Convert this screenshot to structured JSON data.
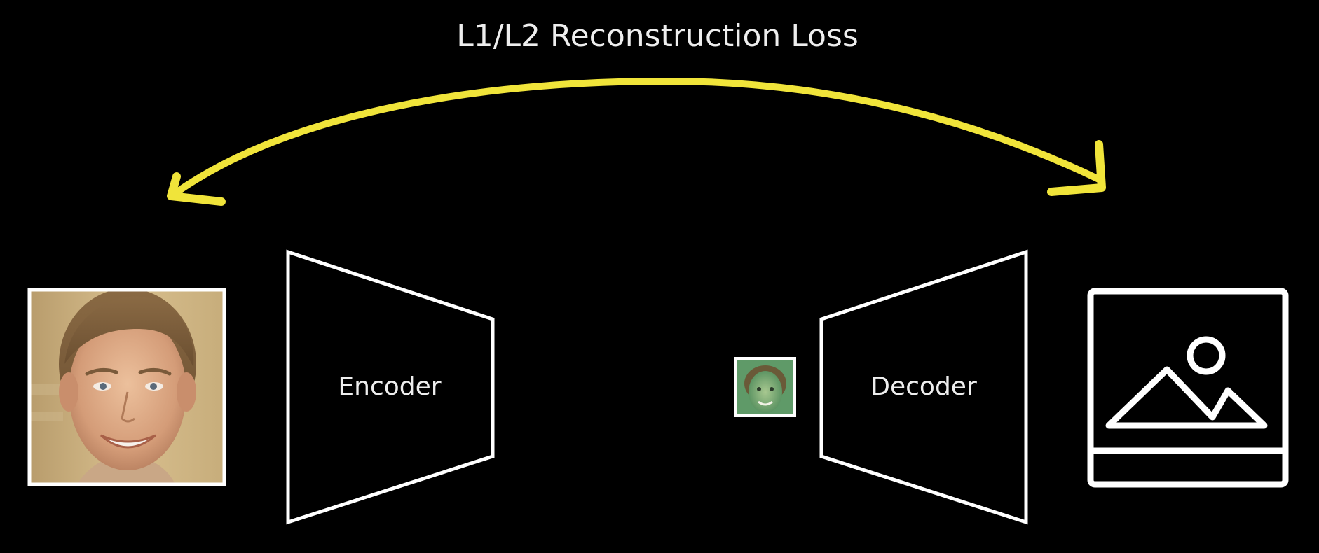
{
  "title": "L1/L2 Reconstruction Loss",
  "encoder": {
    "label": "Encoder"
  },
  "decoder": {
    "label": "Decoder"
  },
  "colors": {
    "background": "#000000",
    "stroke": "#ffffff",
    "arrow": "#f0e43a",
    "text": "#eeeeee"
  },
  "icons": {
    "input_image": "face-photo-icon",
    "latent": "small-face-thumbnail-icon",
    "output_image": "image-placeholder-icon"
  }
}
